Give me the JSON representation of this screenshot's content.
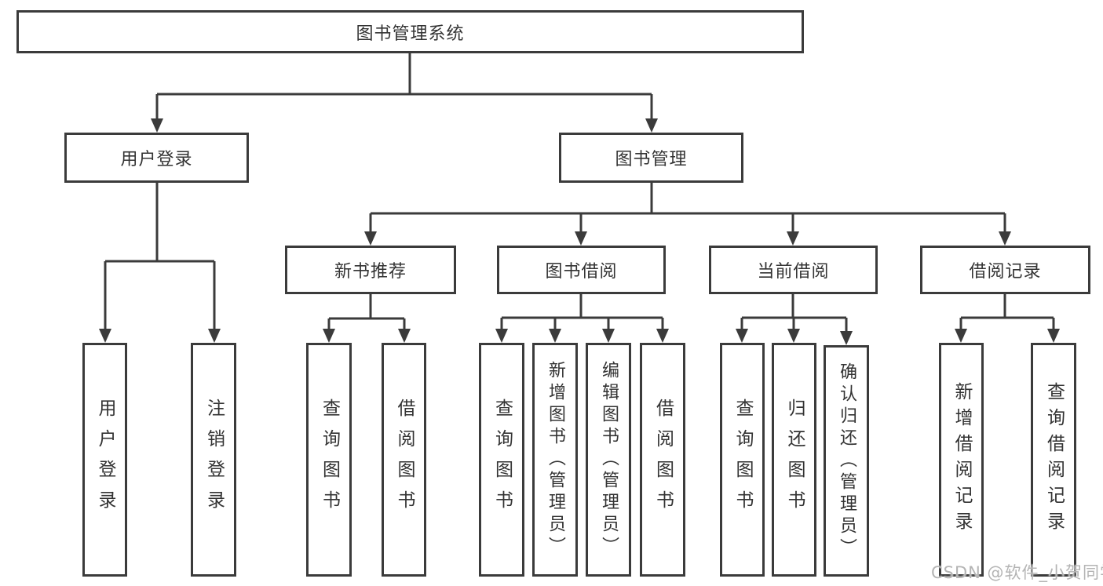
{
  "colors": {
    "line": "#3b3b3b",
    "text": "#333333",
    "box_background": "#ffffff",
    "watermark": "#b4b4b4"
  },
  "root": {
    "label": "图书管理系统"
  },
  "branches": {
    "user_login": {
      "label": "用户登录",
      "children": [
        {
          "label": "用户登录"
        },
        {
          "label": "注销登录"
        }
      ]
    },
    "book_mgmt": {
      "label": "图书管理",
      "children": [
        {
          "label": "新书推荐",
          "children": [
            {
              "label": "查询图书"
            },
            {
              "label": "借阅图书"
            }
          ]
        },
        {
          "label": "图书借阅",
          "children": [
            {
              "label": "查询图书"
            },
            {
              "label": "新增图书（管理员）"
            },
            {
              "label": "编辑图书（管理员）"
            },
            {
              "label": "借阅图书"
            }
          ]
        },
        {
          "label": "当前借阅",
          "children": [
            {
              "label": "查询图书"
            },
            {
              "label": "归还图书"
            },
            {
              "label": "确认归还（管理员）"
            }
          ]
        },
        {
          "label": "借阅记录",
          "children": [
            {
              "label": "新增借阅记录"
            },
            {
              "label": "查询借阅记录"
            }
          ]
        }
      ]
    }
  },
  "watermark": {
    "text": "CSDN @软件_小贺同学"
  }
}
